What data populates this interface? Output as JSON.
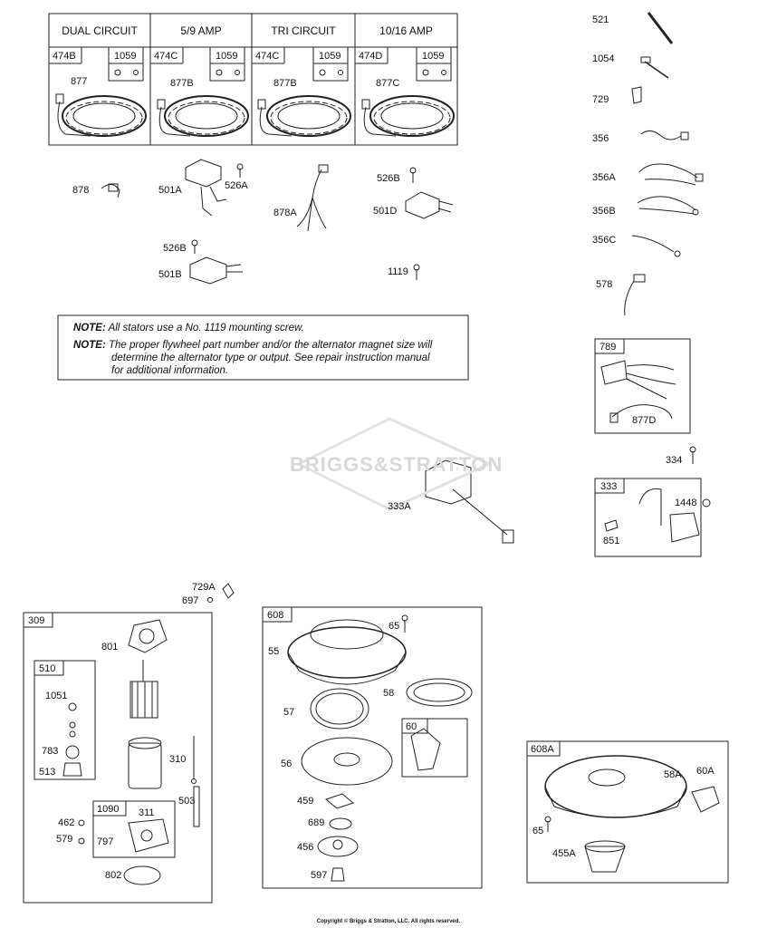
{
  "stator_table": {
    "headers": [
      "DUAL CIRCUIT",
      "5/9 AMP",
      "TRI CIRCUIT",
      "10/16 AMP"
    ],
    "stators": [
      "474B",
      "474C",
      "474C",
      "474D"
    ],
    "screws": [
      "1059",
      "1059",
      "1059",
      "1059"
    ],
    "wires": [
      "877",
      "877B",
      "877B",
      "877C"
    ]
  },
  "parts": {
    "p878": "878",
    "p501A": "501A",
    "p526A": "526A",
    "p878A": "878A",
    "p526B_top": "526B",
    "p501D": "501D",
    "p526B": "526B",
    "p501B": "501B",
    "p1119": "1119",
    "p521": "521",
    "p1054": "1054",
    "p729": "729",
    "p356": "356",
    "p356A": "356A",
    "p356B": "356B",
    "p356C": "356C",
    "p578": "578",
    "p789": "789",
    "p877D": "877D",
    "p334": "334",
    "p333": "333",
    "p1448": "1448",
    "p851": "851",
    "p333A": "333A",
    "p729A": "729A",
    "p697": "697",
    "p309": "309",
    "p801": "801",
    "p510": "510",
    "p1051": "1051",
    "p783": "783",
    "p513": "513",
    "p310": "310",
    "p503": "503",
    "p1090": "1090",
    "p311": "311",
    "p462": "462",
    "p579": "579",
    "p797": "797",
    "p802": "802",
    "p608": "608",
    "p65": "65",
    "p55": "55",
    "p57": "57",
    "p58": "58",
    "p60": "60",
    "p56": "56",
    "p459": "459",
    "p689": "689",
    "p456": "456",
    "p597": "597",
    "p608A": "608A",
    "p58A": "58A",
    "p60A": "60A",
    "p65b": "65",
    "p455A": "455A"
  },
  "notes": {
    "label1": "NOTE:",
    "text1": "All stators use a No. 1119 mounting screw.",
    "label2": "NOTE:",
    "text2a": "The proper flywheel part number and/or the alternator magnet size will",
    "text2b": "determine the alternator type or output. See repair instruction manual",
    "text2c": "for additional information."
  },
  "watermark": "BRIGGS&STRATTON",
  "copyright": "Copyright © Briggs & Stratton, LLC. All rights reserved."
}
